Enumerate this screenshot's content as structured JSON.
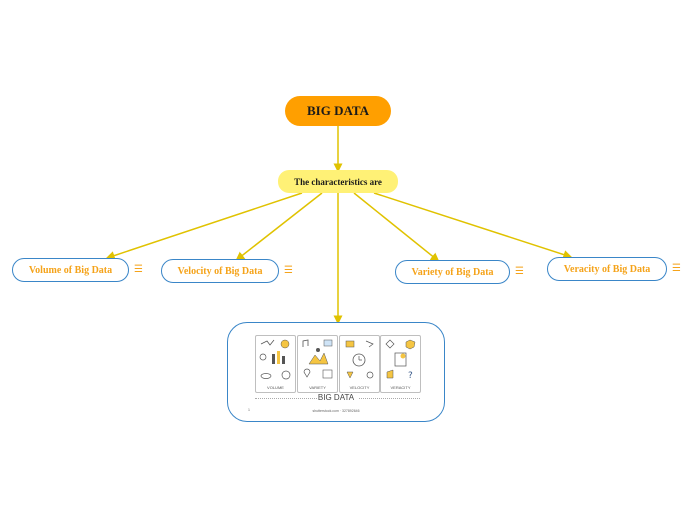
{
  "root": {
    "label": "BIG DATA"
  },
  "intermediate": {
    "label": "The characteristics are"
  },
  "leaves": [
    {
      "label": "Volume of Big Data"
    },
    {
      "label": "Velocity of Big Data"
    },
    {
      "label": "Variety of Big Data"
    },
    {
      "label": "Veracity of Big Data"
    }
  ],
  "image_node": {
    "cards": [
      "VOLUME",
      "VARIETY",
      "VELOCITY",
      "VERACITY"
    ],
    "title": "BIG DATA",
    "stock_id": "shutterstock.com · 327892646",
    "marker": "1"
  },
  "colors": {
    "root": "#ff9f00",
    "intermediate": "#fff176",
    "edge": "#e0c200",
    "leaf_border": "#3a86c8",
    "leaf_text": "#f5a31a"
  }
}
